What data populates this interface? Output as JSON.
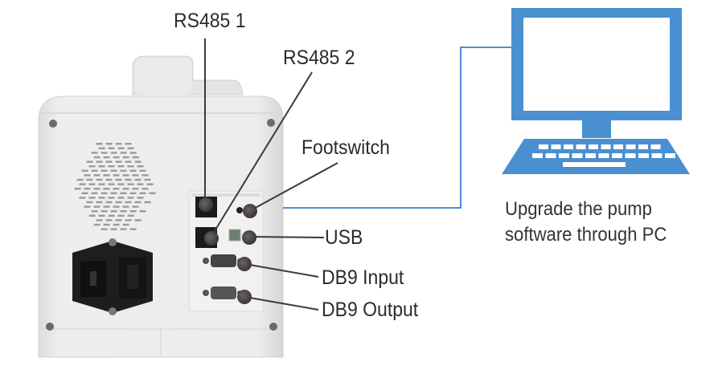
{
  "diagram": {
    "device": "infusion-pump-rear-panel",
    "port_labels": {
      "rs485_1": "RS485  1",
      "rs485_2": "RS485  2",
      "footswitch": "Footswitch",
      "usb": "USB",
      "db9_input": "DB9 Input",
      "db9_output": "DB9 Output"
    },
    "pc": {
      "caption_line1": "Upgrade the pump",
      "caption_line2": "software through PC"
    }
  },
  "colors": {
    "accent_blue": "#4a90d0",
    "leader_line": "#3a3a3a",
    "device_body": "#ebebeb",
    "connector_dark": "#1e1e1e"
  }
}
